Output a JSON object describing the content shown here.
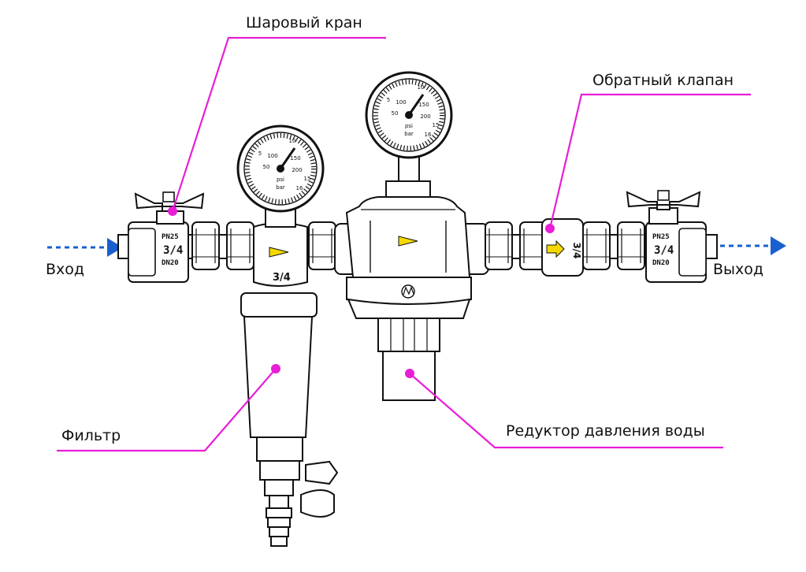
{
  "labels": {
    "ball_valve": "Шаровый кран",
    "check_valve": "Обратный клапан",
    "inlet": "Вход",
    "outlet": "Выход",
    "filter": "Фильтр",
    "reducer": "Редуктор давления воды"
  },
  "gauge_left": {
    "scale_outer": [
      "5",
      "10",
      "15"
    ],
    "scale_inner": [
      "50",
      "100",
      "150",
      "200"
    ],
    "unit_top": "psi",
    "unit_bottom": "bar",
    "max": "16"
  },
  "gauge_right": {
    "scale_outer": [
      "5",
      "10",
      "15"
    ],
    "scale_inner": [
      "50",
      "100",
      "150",
      "200"
    ],
    "unit_top": "psi",
    "unit_bottom": "bar",
    "max": "16"
  },
  "valve_markings": {
    "pressure": "PN25",
    "size": "3/4",
    "diameter": "DN20"
  },
  "filter_marking": "3/4",
  "check_valve_marking": "3/4",
  "colors": {
    "callout": "#e81ed6",
    "flow_arrow": "#1a5fd0",
    "indicator": "#f5d800",
    "outline": "#111111"
  }
}
